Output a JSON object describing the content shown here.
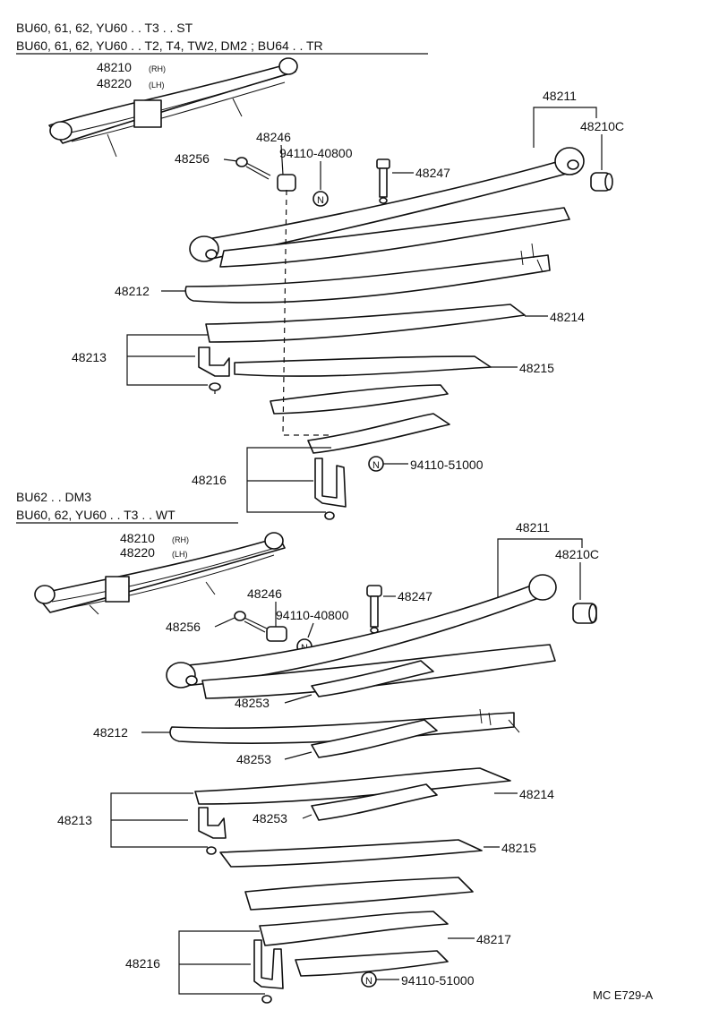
{
  "top": {
    "header_line1": "BU60, 61, 62, YU60 . . T3 . . ST",
    "header_line2": "BU60, 61, 62, YU60 . . T2, T4, TW2, DM2 ; BU64 . . TR",
    "label_48210": "48210",
    "label_48210_rh": "(RH)",
    "label_48220": "48220",
    "label_48220_lh": "(LH)",
    "label_48211": "48211",
    "label_48210C": "48210C",
    "label_48246": "48246",
    "label_48256": "48256",
    "label_94110_40800": "94110-40800",
    "label_48247": "48247",
    "label_48212": "48212",
    "label_48214": "48214",
    "label_48213": "48213",
    "label_48215": "48215",
    "label_48216": "48216",
    "label_94110_51000": "94110-51000",
    "n_mark": "N"
  },
  "bottom": {
    "header_line1": "BU62 . . DM3",
    "header_line2": "BU60, 62, YU60 . . T3 . . WT",
    "label_48210": "48210",
    "label_48210_rh": "(RH)",
    "label_48220": "48220",
    "label_48220_lh": "(LH)",
    "label_48211": "48211",
    "label_48210C": "48210C",
    "label_48246": "48246",
    "label_48247": "48247",
    "label_94110_40800": "94110-40800",
    "label_48256": "48256",
    "label_48253_a": "48253",
    "label_48212": "48212",
    "label_48253_b": "48253",
    "label_48214": "48214",
    "label_48213": "48213",
    "label_48253_c": "48253",
    "label_48215": "48215",
    "label_48217": "48217",
    "label_48216": "48216",
    "label_94110_51000": "94110-51000",
    "n_mark": "N"
  },
  "footer": {
    "drawing_code": "MC E729-A"
  }
}
